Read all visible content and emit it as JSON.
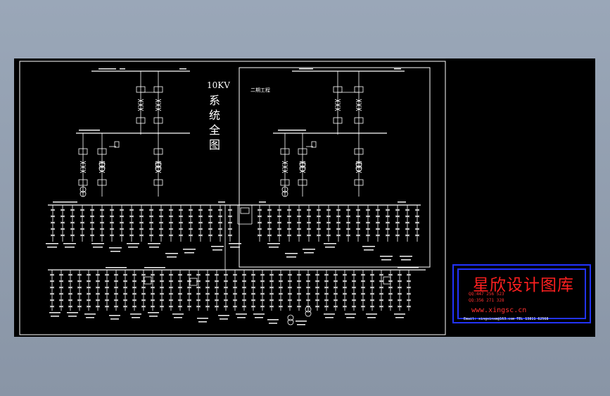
{
  "diagram": {
    "vertical_title": [
      "10KV",
      "系",
      "统",
      "全",
      "图"
    ],
    "substation_label": "二期工程"
  },
  "title_block": {
    "brand": "星欣设计图库",
    "qq1": "QQ:447 256 523",
    "qq2": "QQ:356 271 328",
    "website": "www.xingsc.cn",
    "contact": "Email: xingxinxm@163.com  TEL 13811 62568"
  },
  "colors": {
    "background": "#000000",
    "line": "#ffffff",
    "frame_blue": "#2233ff",
    "brand_red": "#ff2020"
  }
}
